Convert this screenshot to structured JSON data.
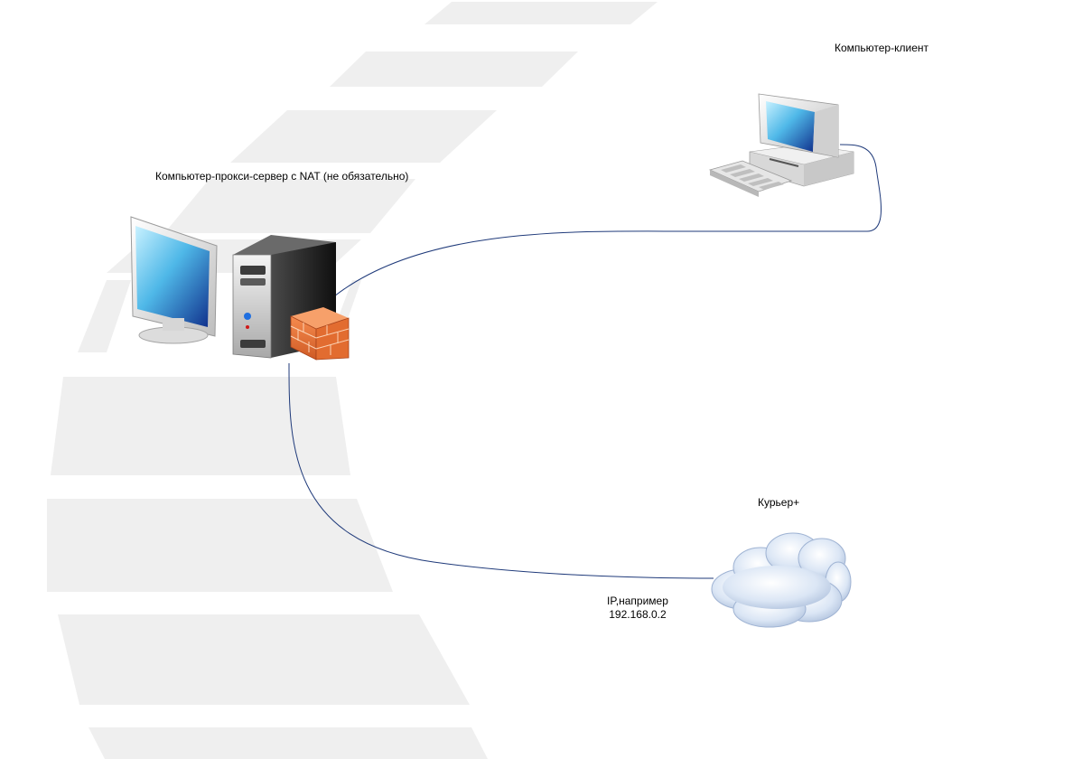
{
  "diagram": {
    "nodes": {
      "proxy": {
        "label": "Компьютер-прокси-сервер с NAT (не обязательно)",
        "icon": "proxy-computer-with-firewall-icon"
      },
      "client": {
        "label": "Компьютер-клиент",
        "icon": "desktop-computer-icon"
      },
      "kurier": {
        "label": "Курьер+",
        "icon": "cloud-icon"
      }
    },
    "ip_note": {
      "line1": "IP,например",
      "line2": "192.168.0.2"
    },
    "edges": [
      {
        "from": "proxy",
        "to": "client"
      },
      {
        "from": "proxy",
        "to": "kurier"
      }
    ],
    "colors": {
      "line": "#1f3a7a",
      "swoosh": "#efefef",
      "brick": "#e2703a"
    }
  }
}
